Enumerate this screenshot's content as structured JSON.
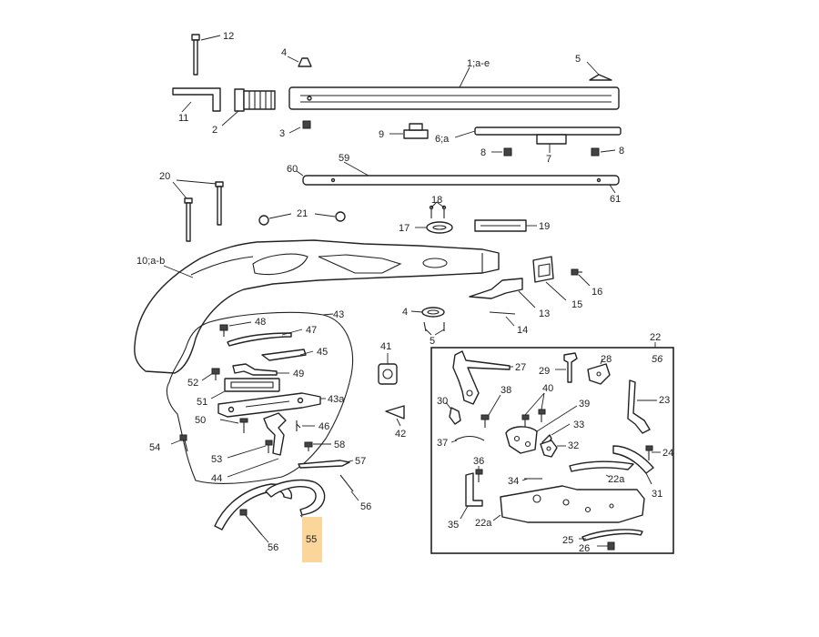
{
  "diagram": {
    "highlight_color": "#fbd69a",
    "labels": {
      "l12": "12",
      "l4": "4",
      "l1ae": "1;a-e",
      "l5": "5",
      "l11": "11",
      "l2": "2",
      "l3": "3",
      "l9": "9",
      "l6a": "6;a",
      "l8a": "8",
      "l7": "7",
      "l8b": "8",
      "l60": "60",
      "l59": "59",
      "l61": "61",
      "l20": "20",
      "l21": "21",
      "l18": "18",
      "l17": "17",
      "l19": "19",
      "l10ab": "10;a-b",
      "l16": "16",
      "l13": "13",
      "l15": "15",
      "l4b": "4",
      "l5b": "5",
      "l14": "14",
      "l48": "48",
      "l43": "43",
      "l47": "47",
      "l45": "45",
      "l49": "49",
      "l52": "52",
      "l51": "51",
      "l43a": "43a",
      "l50": "50",
      "l46": "46",
      "l54": "54",
      "l53": "53",
      "l58": "58",
      "l44": "44",
      "l57": "57",
      "l56a": "56",
      "l56b": "56",
      "l55": "55",
      "l41": "41",
      "l42": "42",
      "l22": "22",
      "l56c": "56",
      "l27": "27",
      "l29": "29",
      "l28": "28",
      "l23": "23",
      "l30": "30",
      "l38": "38",
      "l40": "40",
      "l39": "39",
      "l33": "33",
      "l37": "37",
      "l32": "32",
      "l24": "24",
      "l36": "36",
      "l34": "34",
      "l22a1": "22a",
      "l31": "31",
      "l35": "35",
      "l22a2": "22a",
      "l25": "25",
      "l26": "26"
    }
  }
}
